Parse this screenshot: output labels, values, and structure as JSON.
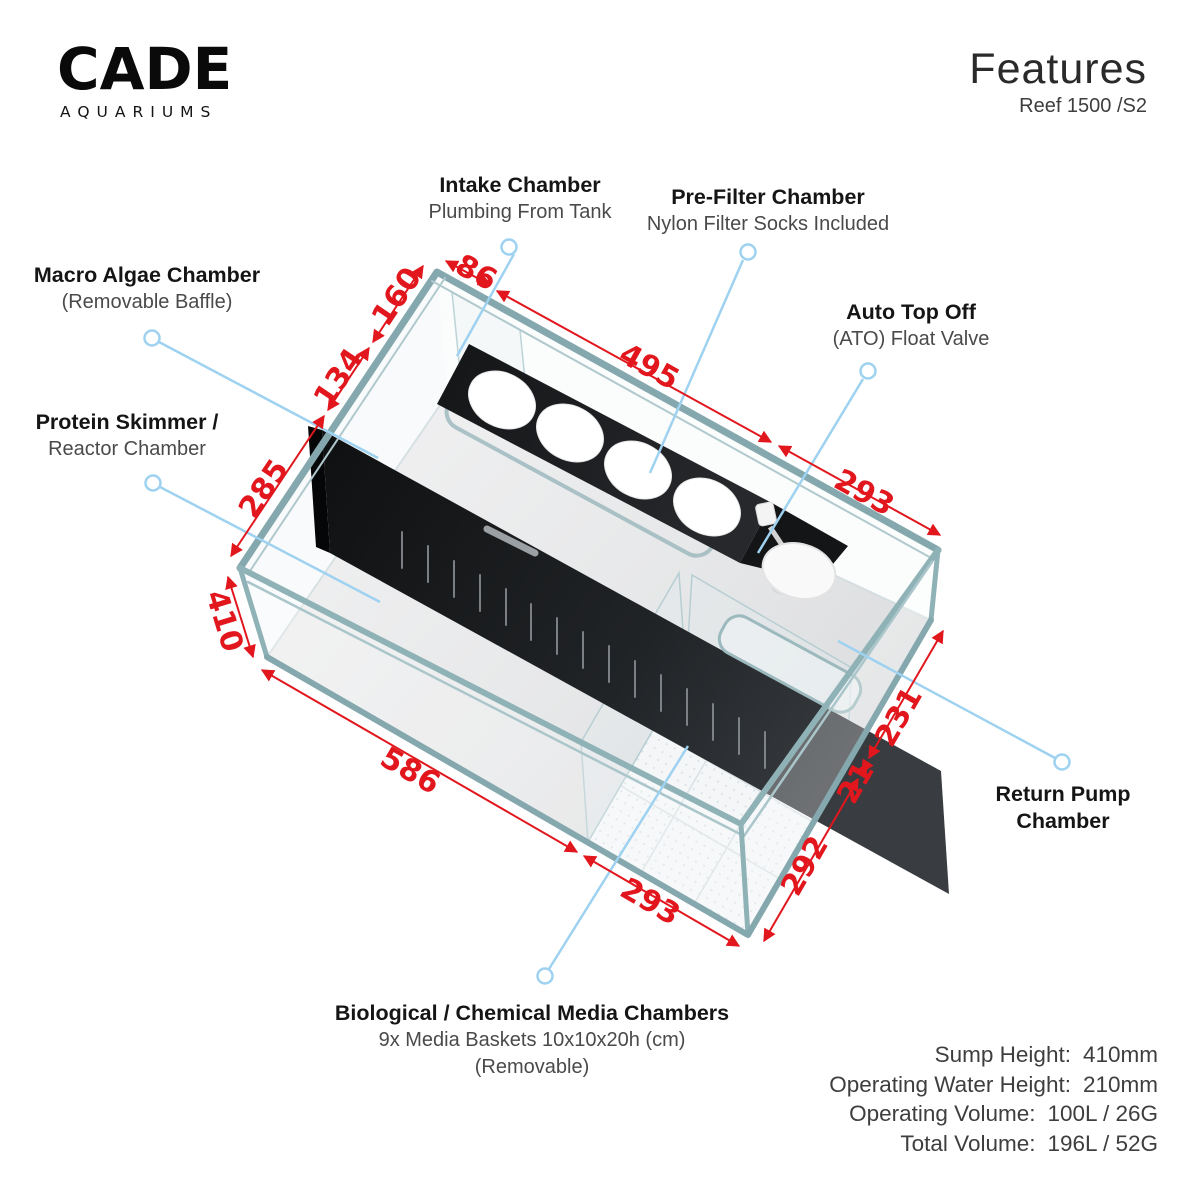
{
  "brand": {
    "name": "CADE",
    "tagline": "AQUARIUMS"
  },
  "header": {
    "title": "Features",
    "model": "Reef 1500 /S2"
  },
  "callouts": {
    "intake": {
      "title": "Intake Chamber",
      "subtitle": "Plumbing From Tank"
    },
    "prefilter": {
      "title": "Pre-Filter Chamber",
      "subtitle": "Nylon Filter Socks Included"
    },
    "macro_algae": {
      "title": "Macro Algae Chamber",
      "subtitle": "(Removable Baffle)"
    },
    "ato": {
      "title": "Auto Top Off",
      "subtitle": "(ATO) Float Valve"
    },
    "skimmer": {
      "title": "Protein Skimmer /",
      "subtitle": "Reactor Chamber"
    },
    "return_pump": {
      "title": "Return Pump",
      "subtitle": "Chamber"
    },
    "media": {
      "title": "Biological / Chemical Media Chambers",
      "subtitle": "9x Media Baskets 10x10x20h (cm)",
      "note": "(Removable)"
    }
  },
  "dims": {
    "d86": "86",
    "d160": "160",
    "d134": "134",
    "d495": "495",
    "d285": "285",
    "d293_top": "293",
    "d410": "410",
    "d586": "586",
    "d293_bottom": "293",
    "d292": "292",
    "d21": "21",
    "d231": "231"
  },
  "specs": {
    "rows": [
      {
        "label": "Sump Height:",
        "value": "410mm"
      },
      {
        "label": "Operating Water Height:",
        "value": "210mm"
      },
      {
        "label": "Operating Volume:",
        "value": "100L / 26G"
      },
      {
        "label": "Total Volume:",
        "value": "196L / 52G"
      }
    ]
  },
  "colors": {
    "dimension_red": "#e2171e",
    "leader_blue": "#9ed2f0",
    "glass_edge": "#84a8ae",
    "baffle_black": "#1a1c1e"
  }
}
